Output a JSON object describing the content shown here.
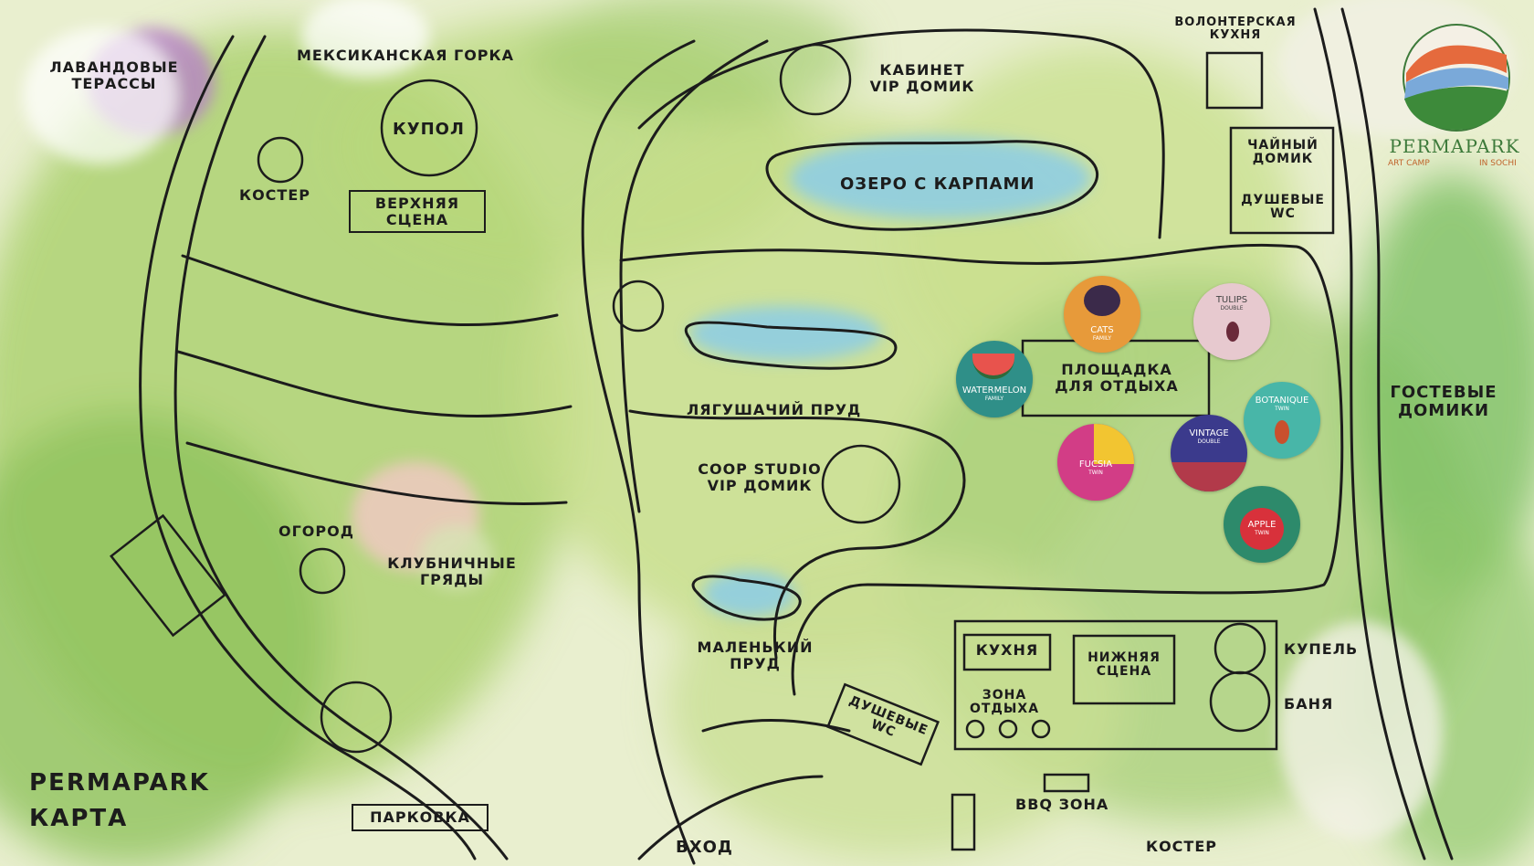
{
  "title": {
    "line1": "PERMAPARK",
    "line2": "КАРТА"
  },
  "logo": {
    "name": "PERMAPARK",
    "sub_left": "ART CAMP",
    "sub_right": "IN SOCHI"
  },
  "places": {
    "lavender": "ЛАВАНДОВЫЕ ТЕРАССЫ",
    "mexican_hill": "МЕКСИКАНСКАЯ ГОРКА",
    "dome": "КУПОЛ",
    "bonfire_top": "КОСТЕР",
    "upper_stage": "ВЕРХНЯЯ СЦЕНА",
    "cabinet_vip": "КАБИНЕТ VIP ДОМИК",
    "carp_lake": "ОЗЕРО С КАРПАМИ",
    "volunteer_kitchen": "ВОЛОНТЕРСКАЯ КУХНЯ",
    "tea_house": "ЧАЙНЫЙ ДОМИК",
    "showers_top": "ДУШЕВЫЕ WC",
    "frog_pond": "ЛЯГУШАЧИЙ ПРУД",
    "coop_studio": "COOP STUDIO VIP ДОМИК",
    "rest_area": "ПЛОЩАДКА ДЛЯ ОТДЫХА",
    "guest_houses": "ГОСТЕВЫЕ ДОМИКИ",
    "garden": "ОГОРОД",
    "strawberry": "КЛУБНИЧНЫЕ ГРЯДЫ",
    "small_pond": "МАЛЕНЬКИЙ ПРУД",
    "kitchen": "КУХНЯ",
    "lower_stage": "НИЖНЯЯ СЦЕНА",
    "relax_zone": "ЗОНА ОТДЫХА",
    "font": "КУПЕЛЬ",
    "sauna": "БАНЯ",
    "showers_bottom": "ДУШЕВЫЕ WC",
    "bbq": "BBQ ЗОНА",
    "bonfire_bottom": "КОСТЕР",
    "entrance": "ВХОД",
    "parking": "ПАРКОВКА"
  },
  "houses": [
    {
      "name": "CATS",
      "sub": "FAMILY",
      "color": "#e79a3a"
    },
    {
      "name": "TULIPS",
      "sub": "DOUBLE",
      "color": "#e7c9cf"
    },
    {
      "name": "WATERMELON",
      "sub": "FAMILY",
      "color": "#2f8f88"
    },
    {
      "name": "BOTANIQUE",
      "sub": "TWIN",
      "color": "#48b6a8"
    },
    {
      "name": "VINTAGE",
      "sub": "DOUBLE",
      "color": "#3b3a8c"
    },
    {
      "name": "FUCSIA",
      "sub": "TWIN",
      "color": "#d23d86"
    },
    {
      "name": "APPLE",
      "sub": "TWIN",
      "color": "#2d8a6b"
    }
  ]
}
